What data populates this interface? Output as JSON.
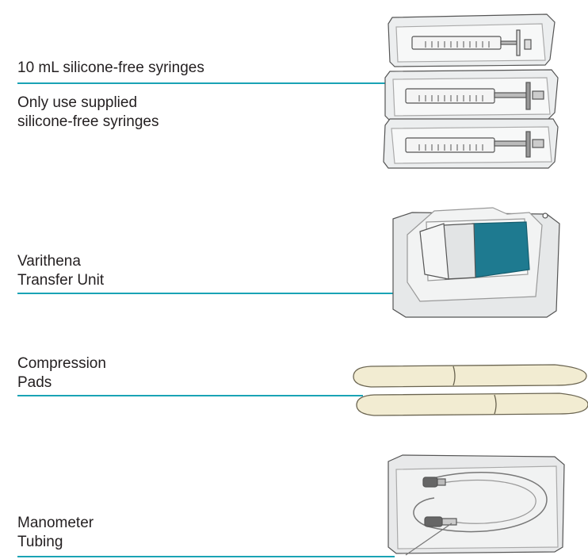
{
  "items": {
    "syringes": {
      "line1": "10 mL silicone-free syringes",
      "note_line1": "Only use supplied",
      "note_line2": "silicone-free syringes"
    },
    "transfer_unit": {
      "line1": "Varithena",
      "line2": "Transfer Unit"
    },
    "compression_pads": {
      "line1": "Compression",
      "line2": "Pads"
    },
    "manometer_tubing": {
      "line1": "Manometer",
      "line2": "Tubing"
    }
  },
  "colors": {
    "leader_line": "#1aa3b5",
    "unit_body": "#1e7a90",
    "pad_fill": "#f2ecd2",
    "package": "#e9eaeb"
  },
  "icons": [
    "syringe-package-icon",
    "transfer-unit-package-icon",
    "compression-pad-icon",
    "tubing-package-icon"
  ]
}
